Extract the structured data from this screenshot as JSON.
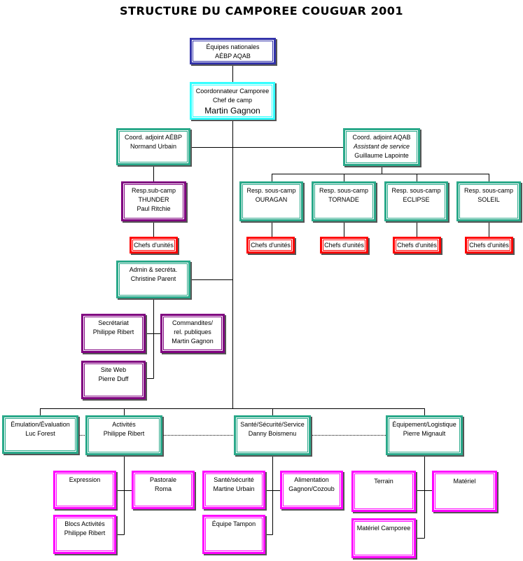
{
  "title": "STRUCTURE DU CAMPOREE COUGUAR 2001",
  "colors": {
    "national": "#3333aa",
    "coordinator": "#33ffff",
    "management": "#2aa98a",
    "subcamp": "#800080",
    "unit_leaders": "#ff0000",
    "teams": "#ff00ff"
  },
  "national": [
    "Équipes nationales",
    "AÉBP AQAB"
  ],
  "coordinator": [
    "Coordonnateur Camporee",
    "Chef de camp",
    "Martin Gagnon"
  ],
  "coord_aebp": [
    "Coord. adjoint AÉBP",
    "Normand Urbain"
  ],
  "coord_aqab": [
    "Coord. adjoint AQAB",
    "Assistant de service",
    "Guillaume Lapointe"
  ],
  "thunder": [
    "Resp.sub-camp",
    "THUNDER",
    "Paul Ritchie"
  ],
  "subcamps": [
    [
      "Resp. sous-camp",
      "OURAGAN"
    ],
    [
      "Resp. sous-camp",
      "TORNADE"
    ],
    [
      "Resp. sous-camp",
      "ECLIPSE"
    ],
    [
      "Resp. sous-camp",
      "SOLEIL"
    ]
  ],
  "chefs_label": "Chefs d'unités",
  "admin": [
    "Admin & secréta.",
    "Christine Parent"
  ],
  "secretariat": [
    "Secrétariat",
    "Philippe Ribert"
  ],
  "commandites": [
    "Commandites/",
    "rel. publiques",
    "Martin Gagnon"
  ],
  "siteweb": [
    "Site Web",
    "Pierre Duff"
  ],
  "departments": [
    [
      "Émulation/Évaluation",
      "Luc Forest"
    ],
    [
      "Activités",
      "Philippe Ribert"
    ],
    [
      "Santé/Sécurité/Service",
      "Danny Boismenu"
    ],
    [
      "Équipement/Logistique",
      "Pierre Mignault"
    ]
  ],
  "teams": {
    "expression": [
      "Expression"
    ],
    "pastorale": [
      "Pastorale",
      "Roma"
    ],
    "blocs": [
      "Blocs Activités",
      "Philippe Ribert"
    ],
    "sante": [
      "Santé/sécurité",
      "Martine Urbain"
    ],
    "alimentation": [
      "Alimentation",
      "Gagnon/Cozoub"
    ],
    "tampon": [
      "Équipe Tampon"
    ],
    "terrain": [
      "Terrain"
    ],
    "materiel": [
      "Matériel"
    ],
    "materiel_camporee": [
      "Matériel Camporee"
    ]
  }
}
